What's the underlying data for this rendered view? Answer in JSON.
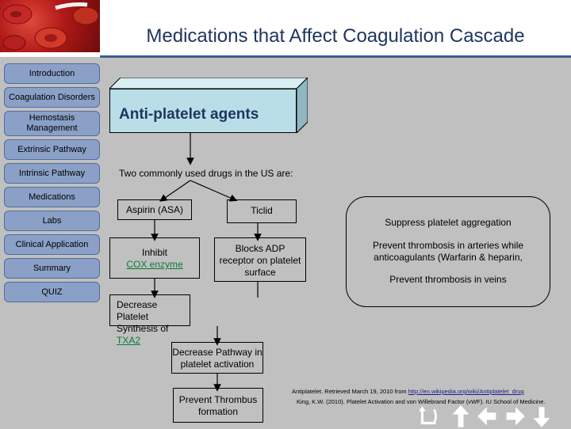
{
  "header": {
    "title": "Medications that Affect Coagulation Cascade"
  },
  "nav": [
    {
      "label": "Introduction"
    },
    {
      "label": "Coagulation Disorders"
    },
    {
      "label": "Hemostasis Management"
    },
    {
      "label": "Extrinsic Pathway"
    },
    {
      "label": "Intrinsic Pathway"
    },
    {
      "label": "Medications"
    },
    {
      "label": "Labs"
    },
    {
      "label": "Clinical Application"
    },
    {
      "label": "Summary"
    },
    {
      "label": "QUIZ"
    }
  ],
  "content": {
    "heading": "Anti-platelet agents",
    "intro": "Two commonly used drugs in the US are:",
    "aspirin": "Aspirin (ASA)",
    "ticlid": "Ticlid",
    "inhibit": "Inhibit",
    "cox": "COX enzyme",
    "blocks": "Blocks ADP receptor on platelet surface",
    "decrease_synth": "Decrease Platelet Synthesis of",
    "txa": "TXA2",
    "decrease_path": "Decrease Pathway in platelet activation",
    "prevent": "Prevent Thrombus formation"
  },
  "panel": {
    "p1": "Suppress platelet aggregation",
    "p2": "Prevent thrombosis in arteries while anticoagulants (Warfarin & heparin,",
    "p3": "Prevent thrombosis in veins"
  },
  "refs": {
    "r1_prefix": "Antiplatelet. Retrieved March 19, 2010 from",
    "r1_link": "http://en.wikipedia.org/wiki/Antiplatelet_drug",
    "r2": "King, K.W. (2010). Platelet Activation and von Willebrand Factor (vWF). IU School of Medicine."
  }
}
